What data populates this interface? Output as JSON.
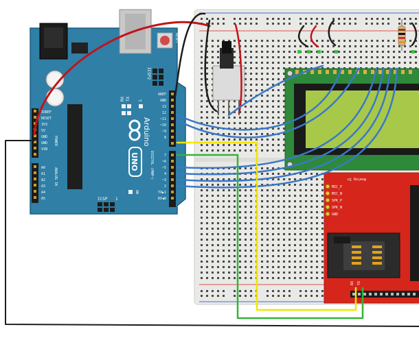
{
  "colors": {
    "background": "#ffffff",
    "arduino_board": "#2f7fa6",
    "arduino_edge": "#1e5f80",
    "breadboard": "#e9e9e6",
    "breadboard_rail_red": "#d9534f",
    "breadboard_rail_blue": "#3a6fd8",
    "lcd_pcb": "#2e8a3a",
    "lcd_screen": "#a8c84a",
    "gsm_board": "#d6261b",
    "wire_red": "#c0141a",
    "wire_black": "#1c1c1c",
    "wire_blue": "#3a78c8",
    "wire_yellow": "#f2e600",
    "wire_green": "#36b23a"
  },
  "arduino": {
    "uno_label": "UNO",
    "brand_label": "Arduino",
    "reset_label": "RESET",
    "icsp2_label": "ICSP2",
    "icsp_label": "ICSP",
    "icsp_pin_label": "1",
    "on_label": "ON",
    "tx_label": "TX",
    "rx_label": "RX",
    "l_label": "L",
    "power_label": "POWER",
    "analog_in_label": "ANALOG IN",
    "digital_label": "DIGITAL (PWM~)",
    "power_pins": [
      "IOREF",
      "RESET",
      "3V3",
      "5V",
      "GND",
      "GND",
      "VIN"
    ],
    "analog_pins": [
      "A0",
      "A1",
      "A2",
      "A3",
      "A4",
      "A5"
    ],
    "digital_top_pins": [
      "AREF",
      "GND",
      "13",
      "12",
      "~11",
      "~10",
      "~9",
      "8"
    ],
    "digital_bottom_pins": [
      "7",
      "~6",
      "~5",
      "4",
      "~3",
      "2",
      "TX▶1",
      "RX◀0"
    ]
  },
  "gsm": {
    "analog_label": "Analog In",
    "mic_labels": [
      "MIC_P",
      "MIC_N",
      "SPK_P",
      "SPK_N",
      "GND"
    ],
    "rx_label": "RX",
    "tx_label": "TX"
  }
}
